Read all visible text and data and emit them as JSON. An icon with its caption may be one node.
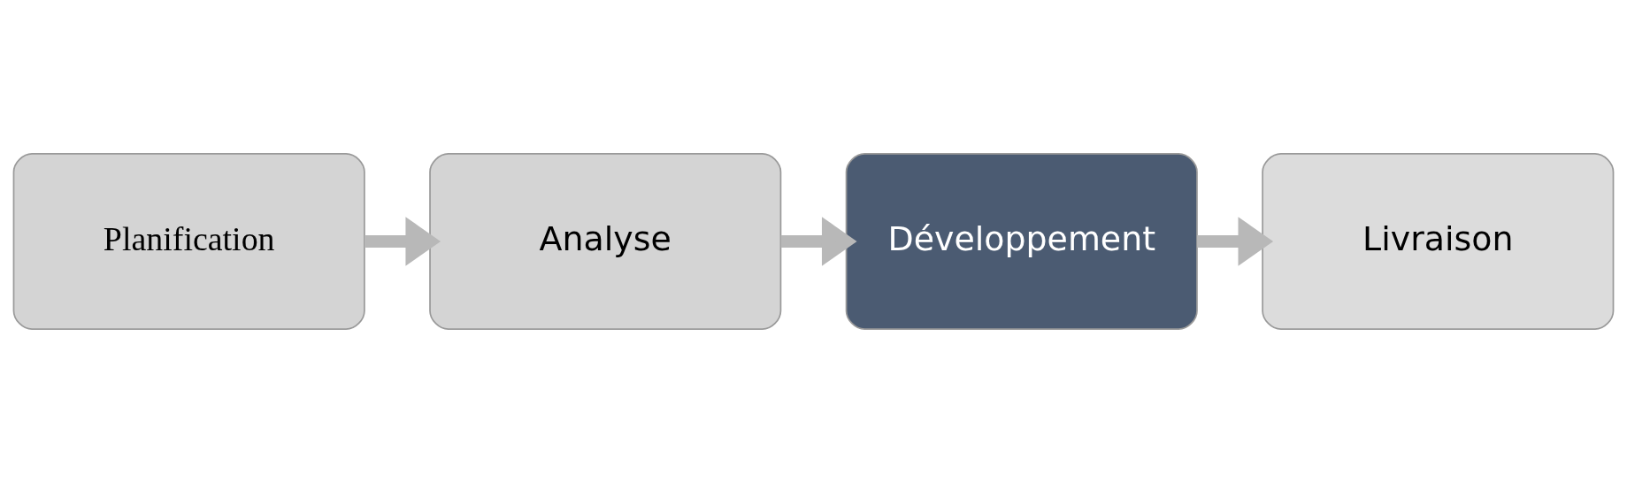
{
  "diagram": {
    "nodes": [
      {
        "text": [
          "Planification"
        ]
      },
      {
        "text": [
          "Analyse"
        ]
      },
      {
        "text": [
          "Développement"
        ]
      },
      {
        "text": [
          "Livraison"
        ]
      }
    ],
    "edges": [
      {
        "from": 0,
        "to": 1,
        "arrow": "to"
      },
      {
        "from": 1,
        "to": 2,
        "arrow": "to"
      },
      {
        "from": 2,
        "to": 3,
        "arrow": "to"
      }
    ]
  }
}
